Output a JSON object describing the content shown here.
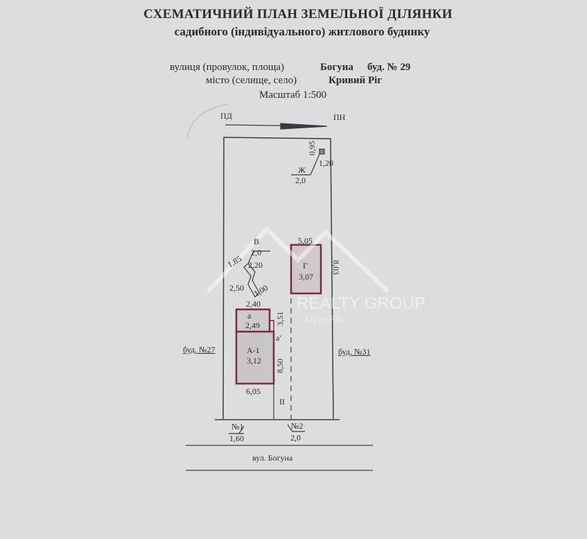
{
  "header": {
    "title": "СХЕМАТИЧНИЙ ПЛАН ЗЕМЕЛЬНОЇ ДІЛЯНКИ",
    "subtitle": "садибного (індивідуального) житлового будинку"
  },
  "address": {
    "street_label": "вулиця (провулок, площа)",
    "street": "Богуна",
    "house_label": "буд. № 29",
    "city_label": "місто (селище, село)",
    "city": "Кривий Ріг",
    "scale": "Масштаб 1:500"
  },
  "orientation": {
    "left": "ПД",
    "right": "ПН"
  },
  "plan": {
    "zh": {
      "label": "Ж",
      "area": "2,0",
      "d1": "0,95",
      "d2": "1,20"
    },
    "v": {
      "label": "В",
      "area": "2,0",
      "d1": "1,85",
      "d2": "2,20",
      "d3": "2,50",
      "d4": "1,00",
      "d5": "2,40"
    },
    "g": {
      "label": "Г",
      "area": "3,07",
      "d1": "5,05",
      "d2": "8,03"
    },
    "a": {
      "label": "а",
      "area": "2,49",
      "d1": "3,51",
      "a2": "а'"
    },
    "a1": {
      "label": "А-1",
      "area": "3,12",
      "d1": "8,50",
      "d2": "6,05"
    },
    "fence": "II",
    "gate1": {
      "label": "№1",
      "width": "1,60"
    },
    "gate2": {
      "label": "№2",
      "width": "2,0"
    },
    "neighbor_left": "буд. №27",
    "neighbor_right": "буд. №31",
    "street": "вул. Богуна"
  },
  "watermark": {
    "name": "REALTY GROUP",
    "city": "Kryvyi Rih"
  }
}
